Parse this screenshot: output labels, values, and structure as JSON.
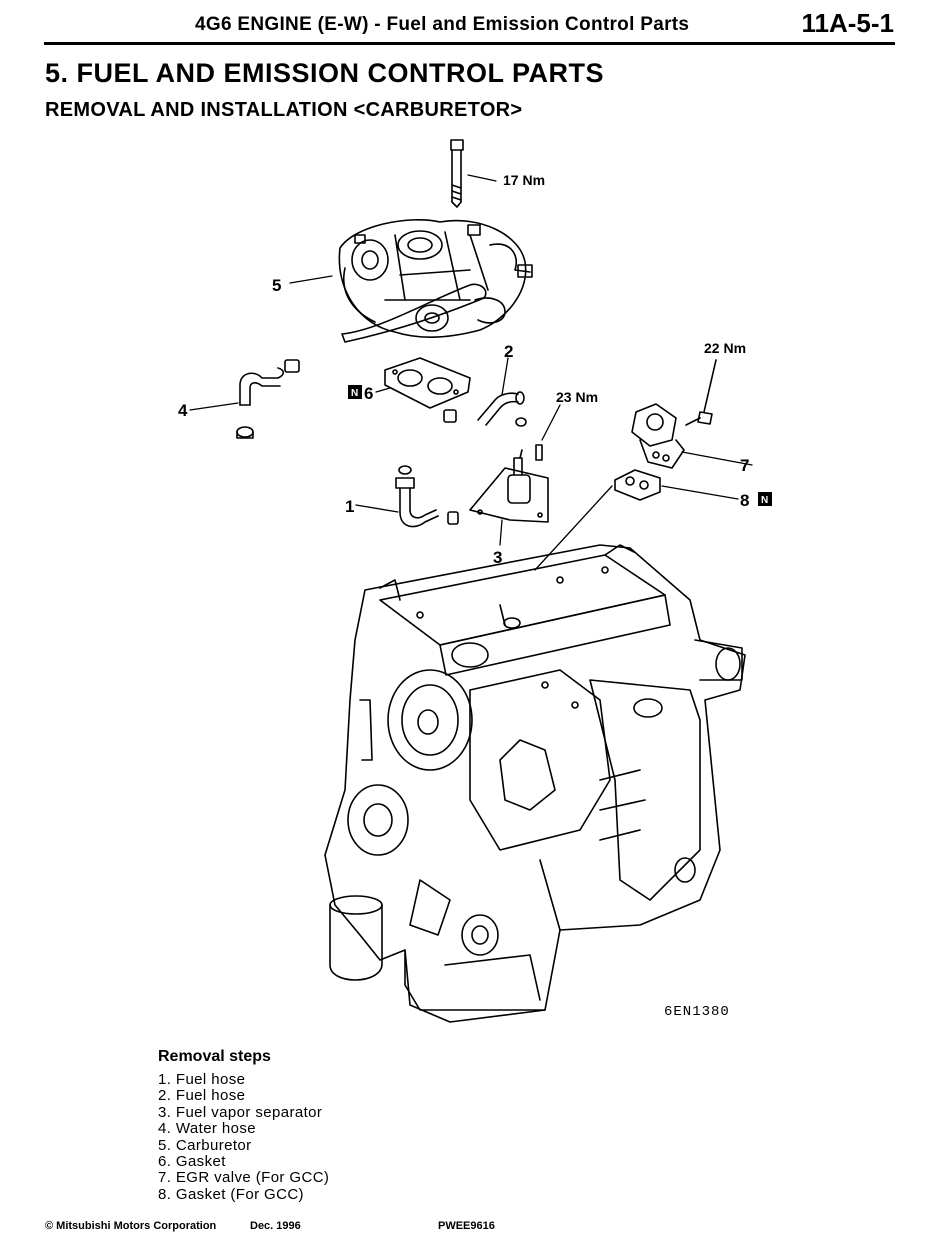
{
  "header": {
    "title": "4G6 ENGINE (E-W) - Fuel and Emission Control Parts",
    "page_number": "11A-5-1"
  },
  "section_title": "5. FUEL AND EMISSION CONTROL PARTS",
  "subtitle": "REMOVAL AND INSTALLATION <CARBURETOR>",
  "figure": {
    "id": "6EN1380",
    "callouts": [
      "1",
      "2",
      "3",
      "4",
      "5",
      "6",
      "7",
      "8"
    ],
    "new_part_mark": "N",
    "torques": [
      "17 Nm",
      "22 Nm",
      "23 Nm"
    ]
  },
  "removal_steps": {
    "title": "Removal steps",
    "items": [
      "1. Fuel hose",
      "2. Fuel hose",
      "3. Fuel vapor separator",
      "4. Water hose",
      "5. Carburetor",
      "6. Gasket",
      "7. EGR valve (For GCC)",
      "8. Gasket (For GCC)"
    ]
  },
  "footer": {
    "copyright": "© Mitsubishi Motors Corporation",
    "date": "Dec. 1996",
    "doc_code": "PWEE9616"
  }
}
